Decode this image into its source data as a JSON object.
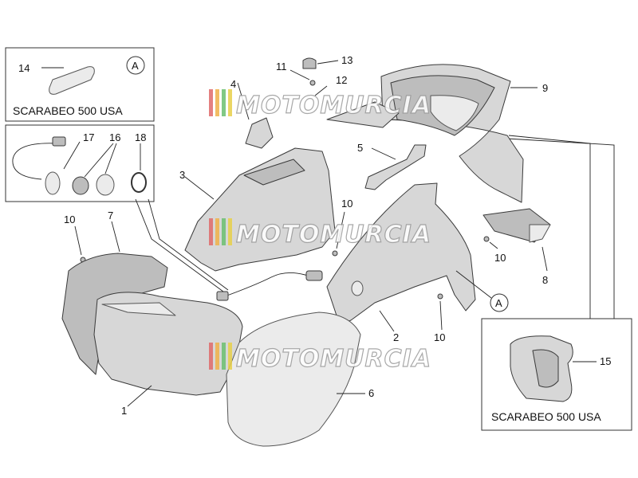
{
  "box_title": "SCARABEO 500 USA",
  "ref_mark": "A",
  "watermark": "MOTOMURCIA",
  "colors": {
    "part_fill": "#d7d7d7",
    "line": "#3a3a3a",
    "watermark_stripes": [
      "#e06a6a",
      "#f0b24a",
      "#6cc070",
      "#e8d04a"
    ]
  },
  "callouts": [
    "1",
    "2",
    "3",
    "4",
    "5",
    "6",
    "7",
    "8",
    "9",
    "10",
    "11",
    "12",
    "13",
    "14",
    "15",
    "16",
    "17",
    "18"
  ]
}
